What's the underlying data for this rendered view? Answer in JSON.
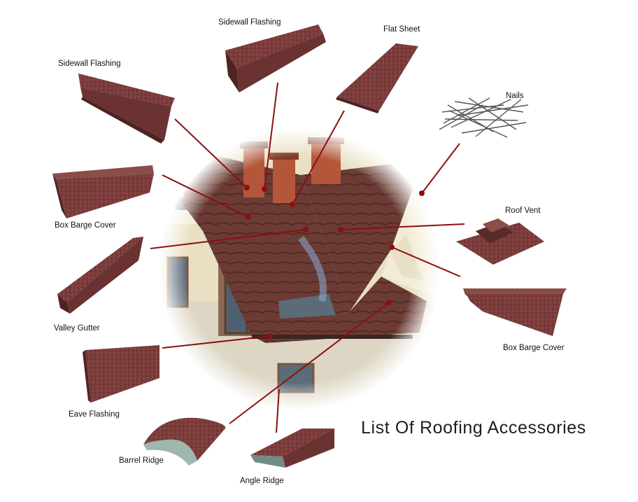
{
  "title": "List Of Roofing Accessories",
  "colors": {
    "metal": "#7a3b3a",
    "metal_dark": "#4e2423",
    "metal_light": "#9a5a55",
    "leader": "#8b1010",
    "wall": "#efe6cc",
    "roof": "#6b3b34",
    "brick": "#b4563a"
  },
  "accessories": [
    {
      "id": "sidewall-flashing-top",
      "label": "Sidewall Flashing"
    },
    {
      "id": "flat-sheet",
      "label": "Flat Sheet"
    },
    {
      "id": "sidewall-flashing-left",
      "label": "Sidewall Flashing"
    },
    {
      "id": "nails",
      "label": "Nails"
    },
    {
      "id": "box-barge-cover-left",
      "label": "Box Barge Cover"
    },
    {
      "id": "roof-vent",
      "label": "Roof Vent"
    },
    {
      "id": "valley-gutter",
      "label": "Valley Gutter"
    },
    {
      "id": "box-barge-cover-right",
      "label": "Box Barge Cover"
    },
    {
      "id": "eave-flashing",
      "label": "Eave Flashing"
    },
    {
      "id": "barrel-ridge",
      "label": "Barrel Ridge"
    },
    {
      "id": "angle-ridge",
      "label": "Angle Ridge"
    }
  ]
}
